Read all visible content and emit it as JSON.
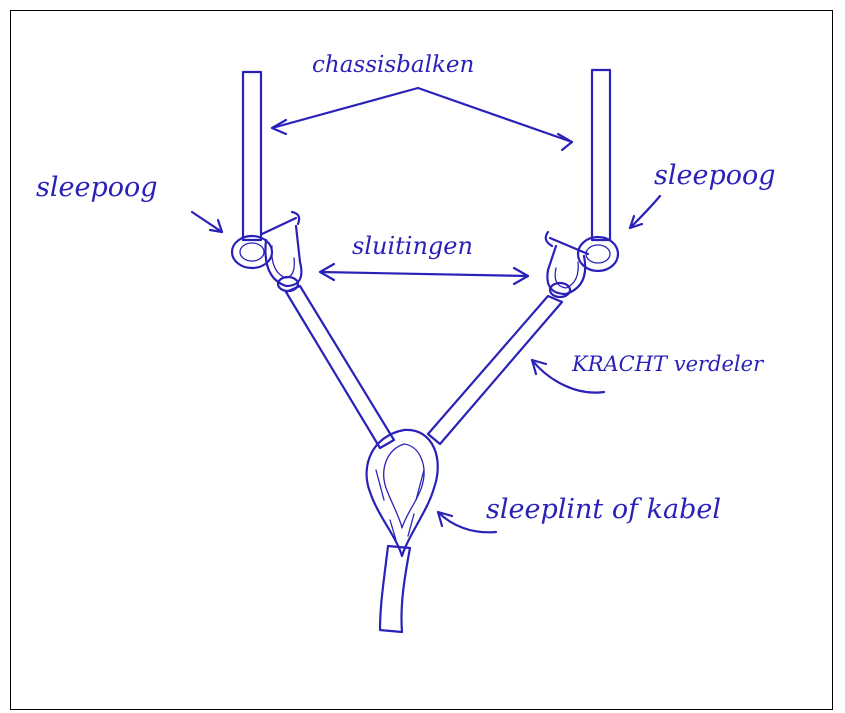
{
  "labels": {
    "chassisbalken": "chassisbalken",
    "sleepoog_left": "sleepoog",
    "sleepoog_right": "sleepoog",
    "sluitingen": "sluitingen",
    "krachtverdeler": "KRACHT verdeler",
    "sleeplint": "sleeplint of kabel"
  },
  "colors": {
    "ink": "#2a22b8",
    "paper": "#ffffff",
    "frame": "#000000"
  }
}
